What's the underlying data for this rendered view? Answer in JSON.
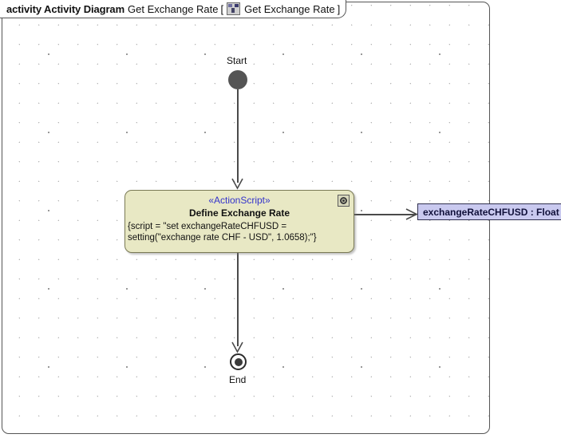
{
  "frame": {
    "keyword": "activity Activity Diagram",
    "diagram_name": "Get Exchange Rate",
    "bracket_open": "[",
    "bracket_close": "]",
    "behavior_name": "Get Exchange Rate",
    "icon": "activity-diagram-icon"
  },
  "nodes": {
    "start": {
      "label": "Start",
      "type": "initial-node",
      "fill": "#555555"
    },
    "action": {
      "stereotype": "«ActionScript»",
      "title": "Define Exchange Rate",
      "body": "{script = \"set exchangeRateCHFUSD =\nsetting(\"exchange rate CHF - USD\", 1.0658);\"}",
      "fill": "#e8e8c4",
      "border": "#7a7a55",
      "badge_icon": "script-badge-icon"
    },
    "output_pin": {
      "label": "exchangeRateCHFUSD : Float",
      "fill": "#c9c9ef",
      "border": "#30304f"
    },
    "end": {
      "label": "End",
      "type": "final-node",
      "fill": "#3a3a3a"
    }
  },
  "edges": {
    "start_to_action": "control-flow",
    "action_to_end": "control-flow",
    "action_to_pin": "object-flow"
  }
}
